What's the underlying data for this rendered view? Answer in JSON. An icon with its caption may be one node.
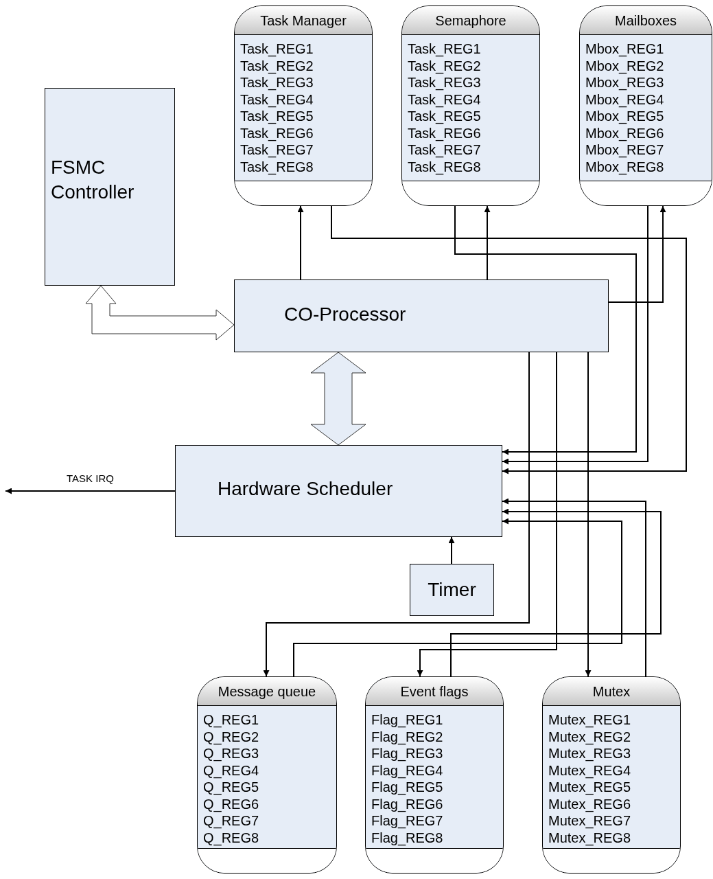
{
  "diagram": {
    "nodes": [
      {
        "text": [
          "FSMC Controller"
        ]
      },
      {
        "text": [
          "Task Manager",
          "Task_REG1",
          "Task_REG2",
          "Task_REG3",
          "Task_REG4",
          "Task_REG5",
          "Task_REG6",
          "Task_REG7",
          "Task_REG8"
        ]
      },
      {
        "text": [
          "Semaphore",
          "Task_REG1",
          "Task_REG2",
          "Task_REG3",
          "Task_REG4",
          "Task_REG5",
          "Task_REG6",
          "Task_REG7",
          "Task_REG8"
        ]
      },
      {
        "text": [
          "Mailboxes",
          "Mbox_REG1",
          "Mbox_REG2",
          "Mbox_REG3",
          "Mbox_REG4",
          "Mbox_REG5",
          "Mbox_REG6",
          "Mbox_REG7",
          "Mbox_REG8"
        ]
      },
      {
        "text": [
          "CO-Processor"
        ]
      },
      {
        "text": [
          "Hardware Scheduler"
        ]
      },
      {
        "text": [
          "Timer"
        ]
      },
      {
        "text": [
          "Message queue",
          "Q_REG1",
          "Q_REG2",
          "Q_REG3",
          "Q_REG4",
          "Q_REG5",
          "Q_REG6",
          "Q_REG7",
          "Q_REG8"
        ]
      },
      {
        "text": [
          "Event flags",
          "Flag_REG1",
          "Flag_REG2",
          "Flag_REG3",
          "Flag_REG4",
          "Flag_REG5",
          "Flag_REG6",
          "Flag_REG7",
          "Flag_REG8"
        ]
      },
      {
        "text": [
          "Mutex",
          "Mutex_REG1",
          "Mutex_REG2",
          "Mutex_REG3",
          "Mutex_REG4",
          "Mutex_REG5",
          "Mutex_REG6",
          "Mutex_REG7",
          "Mutex_REG8"
        ]
      }
    ],
    "edges": [
      {
        "from": 0,
        "to": 4,
        "arrow": "both",
        "style": "thick"
      },
      {
        "from": 4,
        "to": 1,
        "arrow": "to"
      },
      {
        "from": 1,
        "to": 5,
        "arrow": "to"
      },
      {
        "from": 2,
        "to": 5,
        "arrow": "to"
      },
      {
        "from": 4,
        "to": 2,
        "arrow": "to"
      },
      {
        "from": 4,
        "to": 3,
        "arrow": "to"
      },
      {
        "from": 3,
        "to": 5,
        "arrow": "to"
      },
      {
        "from": 4,
        "to": 5,
        "arrow": "both",
        "style": "thick"
      },
      {
        "from": 5,
        "to": null,
        "arrow": "to",
        "label": "TASK IRQ"
      },
      {
        "from": 6,
        "to": 5,
        "arrow": "to"
      },
      {
        "from": 4,
        "to": 7,
        "arrow": "to"
      },
      {
        "from": 4,
        "to": 8,
        "arrow": "to"
      },
      {
        "from": 4,
        "to": 9,
        "arrow": "to"
      },
      {
        "from": 7,
        "to": 5,
        "arrow": "to"
      },
      {
        "from": 8,
        "to": 5,
        "arrow": "to"
      },
      {
        "from": 9,
        "to": 5,
        "arrow": "to"
      }
    ]
  }
}
